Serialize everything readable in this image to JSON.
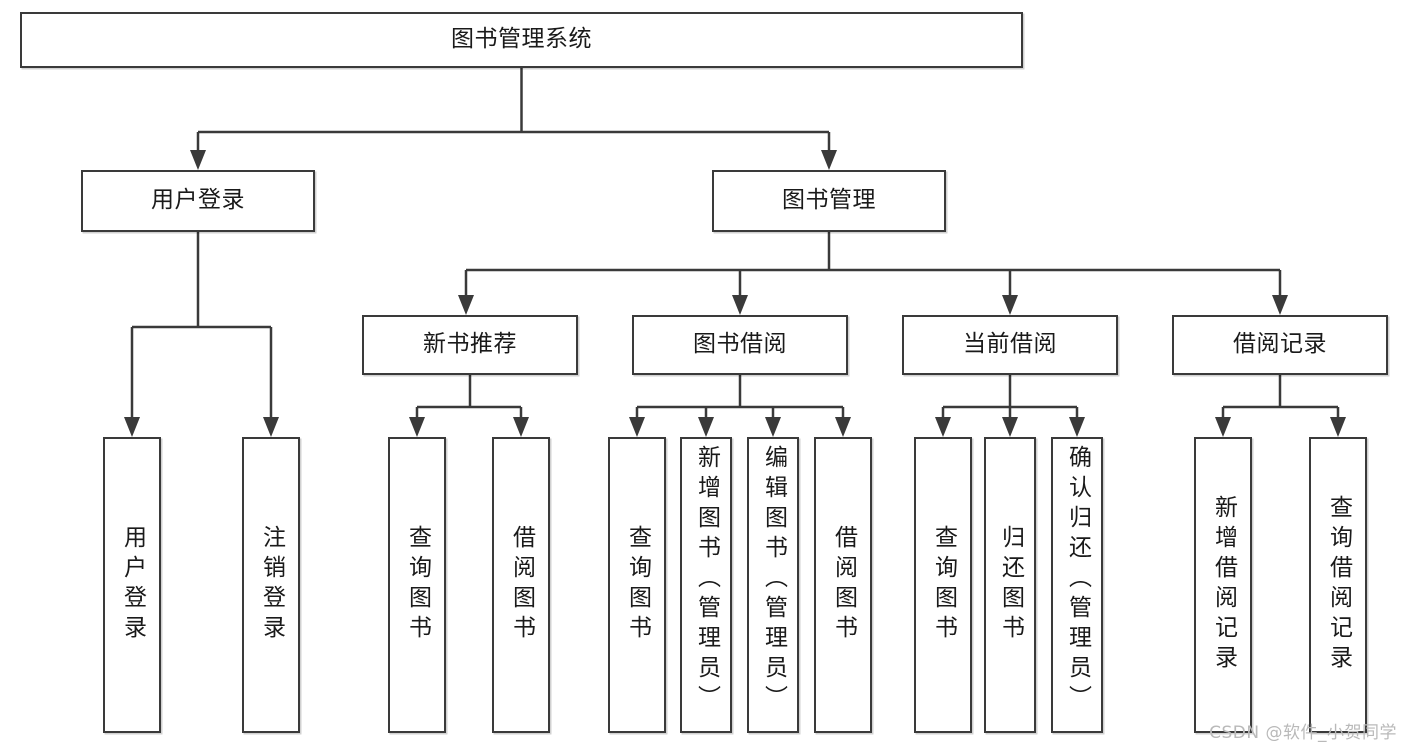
{
  "diagram": {
    "title": "图书管理系统",
    "type": "tree-hierarchy-diagram",
    "watermark": "CSDN @软件_小贺同学",
    "colors": {
      "stroke": "#3a3a3a",
      "fill": "#ffffff",
      "text": "#1a1a1a",
      "watermark": "#b9b9b9"
    },
    "root": {
      "label": "图书管理系统"
    },
    "level2": [
      {
        "label": "用户登录"
      },
      {
        "label": "图书管理"
      }
    ],
    "level3": [
      {
        "label": "新书推荐"
      },
      {
        "label": "图书借阅"
      },
      {
        "label": "当前借阅"
      },
      {
        "label": "借阅记录"
      }
    ],
    "leaves": {
      "user_login": [
        {
          "label": "用户登录"
        },
        {
          "label": "注销登录"
        }
      ],
      "new_book_recommend": [
        {
          "label": "查询图书"
        },
        {
          "label": "借阅图书"
        }
      ],
      "book_borrow": [
        {
          "label": "查询图书"
        },
        {
          "label": "新增图书（管理员）"
        },
        {
          "label": "编辑图书（管理员）"
        },
        {
          "label": "借阅图书"
        }
      ],
      "current_borrow": [
        {
          "label": "查询图书"
        },
        {
          "label": "归还图书"
        },
        {
          "label": "确认归还（管理员）"
        }
      ],
      "borrow_record": [
        {
          "label": "新增借阅记录"
        },
        {
          "label": "查询借阅记录"
        }
      ]
    }
  }
}
